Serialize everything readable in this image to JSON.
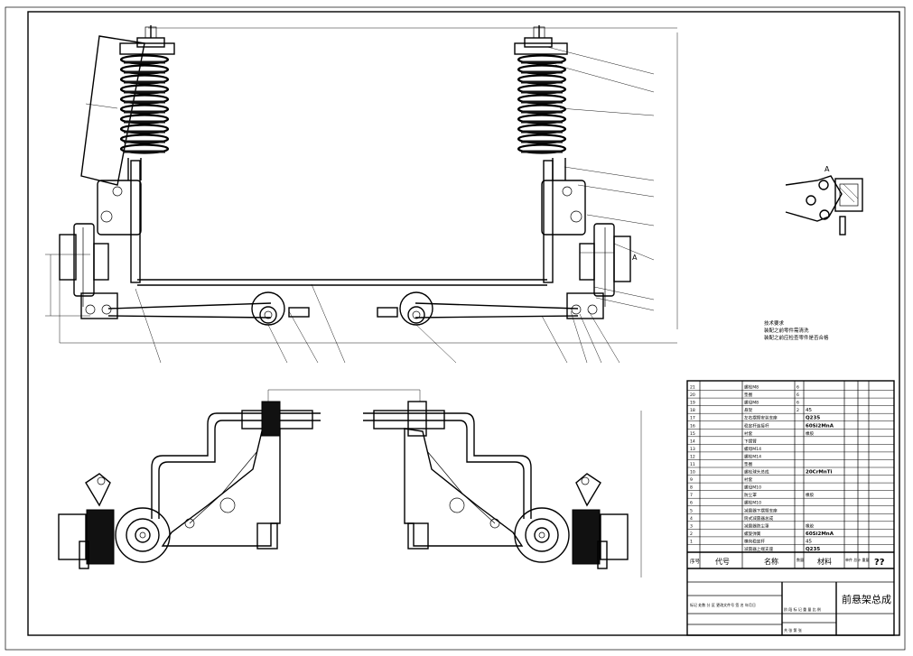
{
  "title_block": {
    "drawing_title": "前悬架总成",
    "scale_mark": "??",
    "headers": {
      "seq": "序号",
      "code": "代号",
      "name": "名称",
      "qty": "数量",
      "material": "材料",
      "weight": "单件 总计 重量"
    },
    "lower_row1": "标记 处数 分 区 更改文件号 签 名 年月日",
    "lower_row2": "阶 段 标 记  重 量  比 例",
    "lower_row3": "共  张  第  张"
  },
  "parts": [
    {
      "no": "21",
      "name": "螺栓M8",
      "qty": "6",
      "material": ""
    },
    {
      "no": "20",
      "name": "垫圈",
      "qty": "6",
      "material": ""
    },
    {
      "no": "19",
      "name": "螺母M8",
      "qty": "6",
      "material": ""
    },
    {
      "no": "18",
      "name": "悬架",
      "qty": "2",
      "material": "45"
    },
    {
      "no": "17",
      "name": "左右摆臂安装支座",
      "qty": "",
      "material": "Q235"
    },
    {
      "no": "16",
      "name": "稳定杆连接杆",
      "qty": "",
      "material": "60Si2MnA"
    },
    {
      "no": "15",
      "name": "衬套",
      "qty": "",
      "material": "橡胶"
    },
    {
      "no": "14",
      "name": "下摆臂",
      "qty": "",
      "material": ""
    },
    {
      "no": "13",
      "name": "螺母M14",
      "qty": "",
      "material": ""
    },
    {
      "no": "12",
      "name": "螺栓M14",
      "qty": "",
      "material": ""
    },
    {
      "no": "11",
      "name": "垫圈",
      "qty": "",
      "material": ""
    },
    {
      "no": "10",
      "name": "螺栓球头总成",
      "qty": "",
      "material": "20CrMnTi"
    },
    {
      "no": "9",
      "name": "衬套",
      "qty": "",
      "material": ""
    },
    {
      "no": "8",
      "name": "螺母M10",
      "qty": "",
      "material": ""
    },
    {
      "no": "7",
      "name": "防尘罩",
      "qty": "",
      "material": "橡胶"
    },
    {
      "no": "6",
      "name": "螺栓M10",
      "qty": "",
      "material": ""
    },
    {
      "no": "5",
      "name": "减震器下摆臂支座",
      "qty": "",
      "material": ""
    },
    {
      "no": "4",
      "name": "筒式减震器总成",
      "qty": "",
      "material": ""
    },
    {
      "no": "3",
      "name": "减震器防尘罩",
      "qty": "",
      "material": "橡胶"
    },
    {
      "no": "2",
      "name": "螺旋弹簧",
      "qty": "",
      "material": "60Si2MnA"
    },
    {
      "no": "1",
      "name": "横向稳定杆",
      "qty": "",
      "material": "45"
    },
    {
      "no": "",
      "name": "减震器上端支座",
      "qty": "",
      "material": "Q235"
    }
  ],
  "notes": {
    "heading": "技术要求",
    "line1": "装配之前零件需清洗",
    "line2": "装配之前应检查零件是否合格"
  },
  "detail_view": {
    "label": "A"
  },
  "view_marks": {
    "section_A": "A"
  }
}
